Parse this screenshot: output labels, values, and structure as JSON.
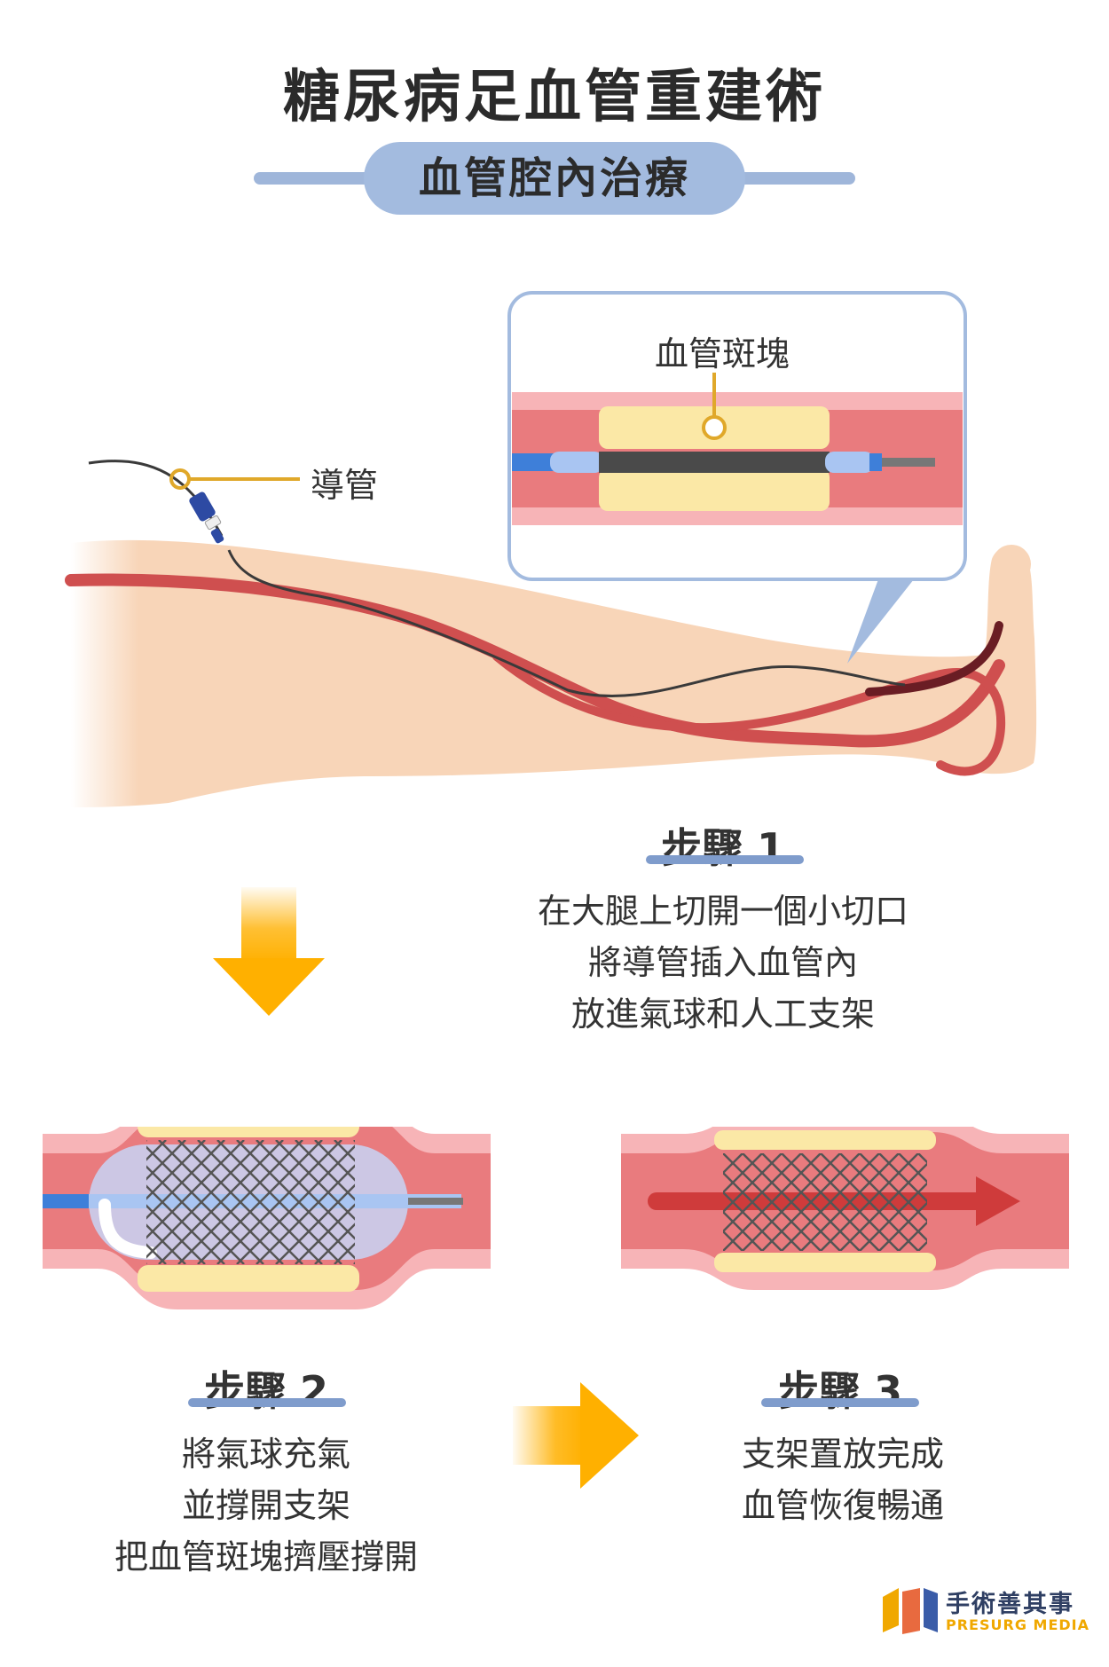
{
  "header": {
    "title": "糖尿病足血管重建術",
    "subtitle": "血管腔內治療"
  },
  "diagram": {
    "catheter_label": "導管",
    "plaque_label": "血管斑塊"
  },
  "steps": [
    {
      "title": "步驟 1",
      "lines": [
        "在大腿上切開一個小切口",
        "將導管插入血管內",
        "放進氣球和人工支架"
      ]
    },
    {
      "title": "步驟 2",
      "lines": [
        "將氣球充氣",
        "並撐開支架",
        "把血管斑塊擠壓撐開"
      ]
    },
    {
      "title": "步驟 3",
      "lines": [
        "支架置放完成",
        "血管恢復暢通"
      ]
    }
  ],
  "logo": {
    "name_cn": "手術善其事",
    "name_en": "PRESURG MEDIA"
  },
  "colors": {
    "vessel_wall": "#f7b4b7",
    "vessel_lumen": "#e97b7e",
    "plaque": "#fbe8a6",
    "accent_blue": "#a3bbdf",
    "arrow_orange": "#ffb000",
    "skin": "#f8d5b8"
  }
}
